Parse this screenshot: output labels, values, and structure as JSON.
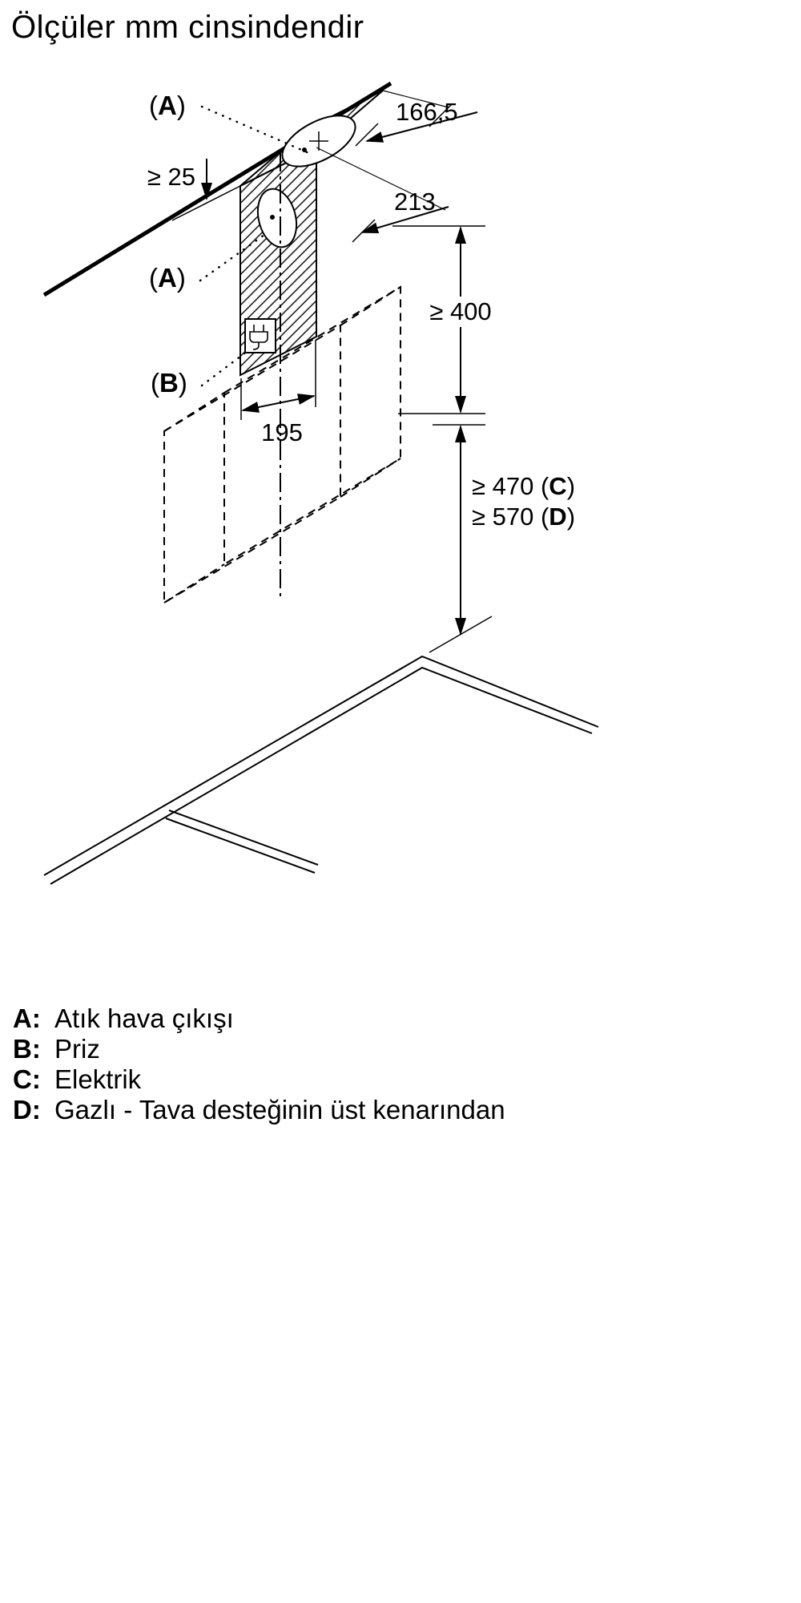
{
  "title": "Ölçüler mm cinsindendir",
  "diagram": {
    "callouts": {
      "a1": {
        "open": "(",
        "letter": "A",
        "close": ")"
      },
      "a2": {
        "open": "(",
        "letter": "A",
        "close": ")"
      },
      "b": {
        "open": "(",
        "letter": "B",
        "close": ")"
      }
    },
    "dims": {
      "d166": "166,5",
      "d213": "213",
      "d25": "≥ 25",
      "d400": "≥ 400",
      "d195": "195",
      "d470": {
        "pre": "≥ 470 (",
        "letter": "C",
        "close": ")"
      },
      "d570": {
        "pre": "≥ 570 (",
        "letter": "D",
        "close": ")"
      }
    }
  },
  "legend": {
    "items": [
      {
        "key": "A:",
        "text": "Atık hava çıkışı"
      },
      {
        "key": "B:",
        "text": "Priz"
      },
      {
        "key": "C:",
        "text": "Elektrik"
      },
      {
        "key": "D:",
        "text": "Gazlı - Tava desteğinin üst kenarından"
      }
    ]
  }
}
